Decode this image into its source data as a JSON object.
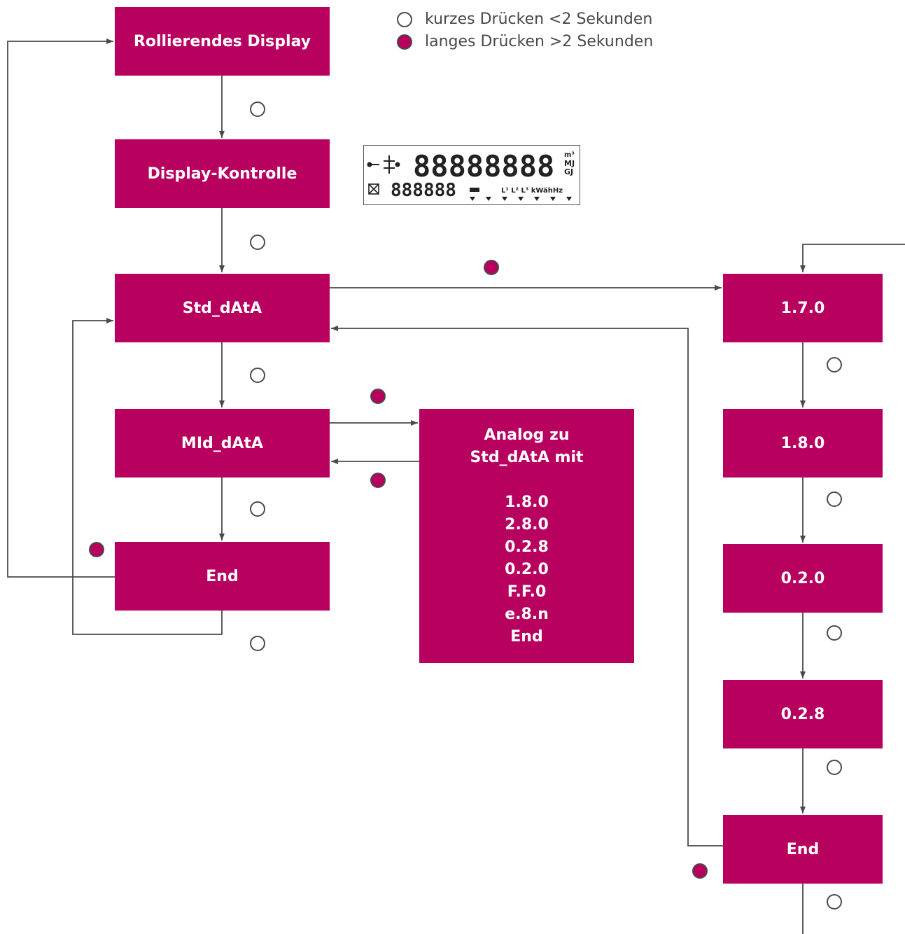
{
  "legend": {
    "short_press": "kurzes Drücken <2 Sekunden",
    "long_press": "langes Drücken >2 Sekunden"
  },
  "boxes": {
    "rolling_display": "Rollierendes Display",
    "display_check": "Display-Kontrolle",
    "std_data": "Std_dAtA",
    "mid_data": "MId_dAtA",
    "end_left": "End",
    "analog_title_1": "Analog zu",
    "analog_title_2": "Std_dAtA mit",
    "analog_items": [
      "1.8.0",
      "2.8.0",
      "0.2.8",
      "0.2.0",
      "F.F.0",
      "e.8.n",
      "End"
    ],
    "r_170": "1.7.0",
    "r_180": "1.8.0",
    "r_020": "0.2.0",
    "r_028": "0.2.8",
    "end_right": "End"
  },
  "lcd": {
    "main_digits": "88888888",
    "sub_digits": "888888",
    "units_top": "m³",
    "units_mid": "MJ",
    "units_bot": "GJ",
    "indicators": "L¹ L² L³ kWähHz"
  },
  "colors": {
    "box": "#b8005f",
    "line": "#4a4a4a",
    "long_press_dot": "#b8005f"
  }
}
